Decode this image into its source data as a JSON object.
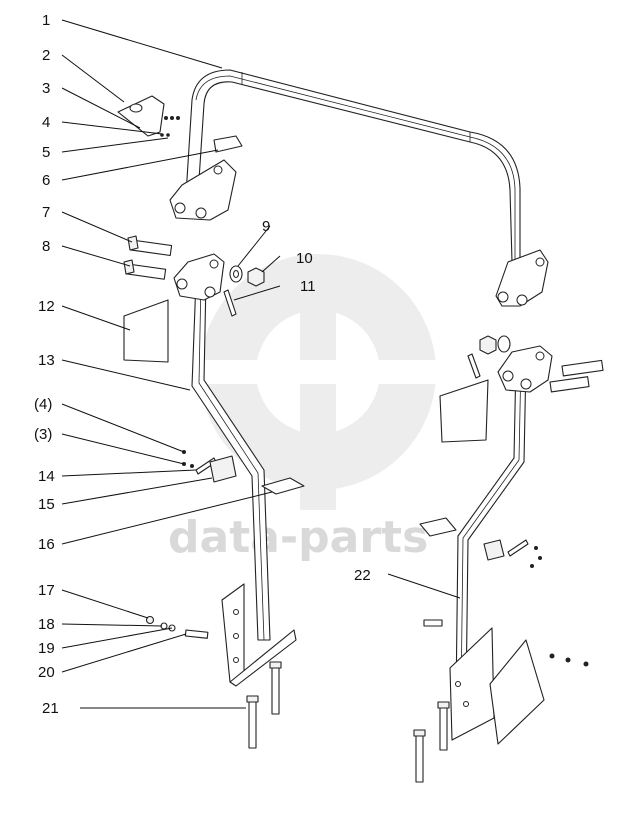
{
  "watermark": {
    "text": "data-parts",
    "color": "#d6d6d6"
  },
  "callouts": [
    {
      "label": "1"
    },
    {
      "label": "2"
    },
    {
      "label": "3"
    },
    {
      "label": "4"
    },
    {
      "label": "5"
    },
    {
      "label": "6"
    },
    {
      "label": "7"
    },
    {
      "label": "8"
    },
    {
      "label": "9"
    },
    {
      "label": "10"
    },
    {
      "label": "11"
    },
    {
      "label": "12"
    },
    {
      "label": "13"
    },
    {
      "label": "(4)"
    },
    {
      "label": "(3)"
    },
    {
      "label": "14"
    },
    {
      "label": "15"
    },
    {
      "label": "16"
    },
    {
      "label": "17"
    },
    {
      "label": "18"
    },
    {
      "label": "19"
    },
    {
      "label": "20"
    },
    {
      "label": "21"
    },
    {
      "label": "22"
    }
  ]
}
